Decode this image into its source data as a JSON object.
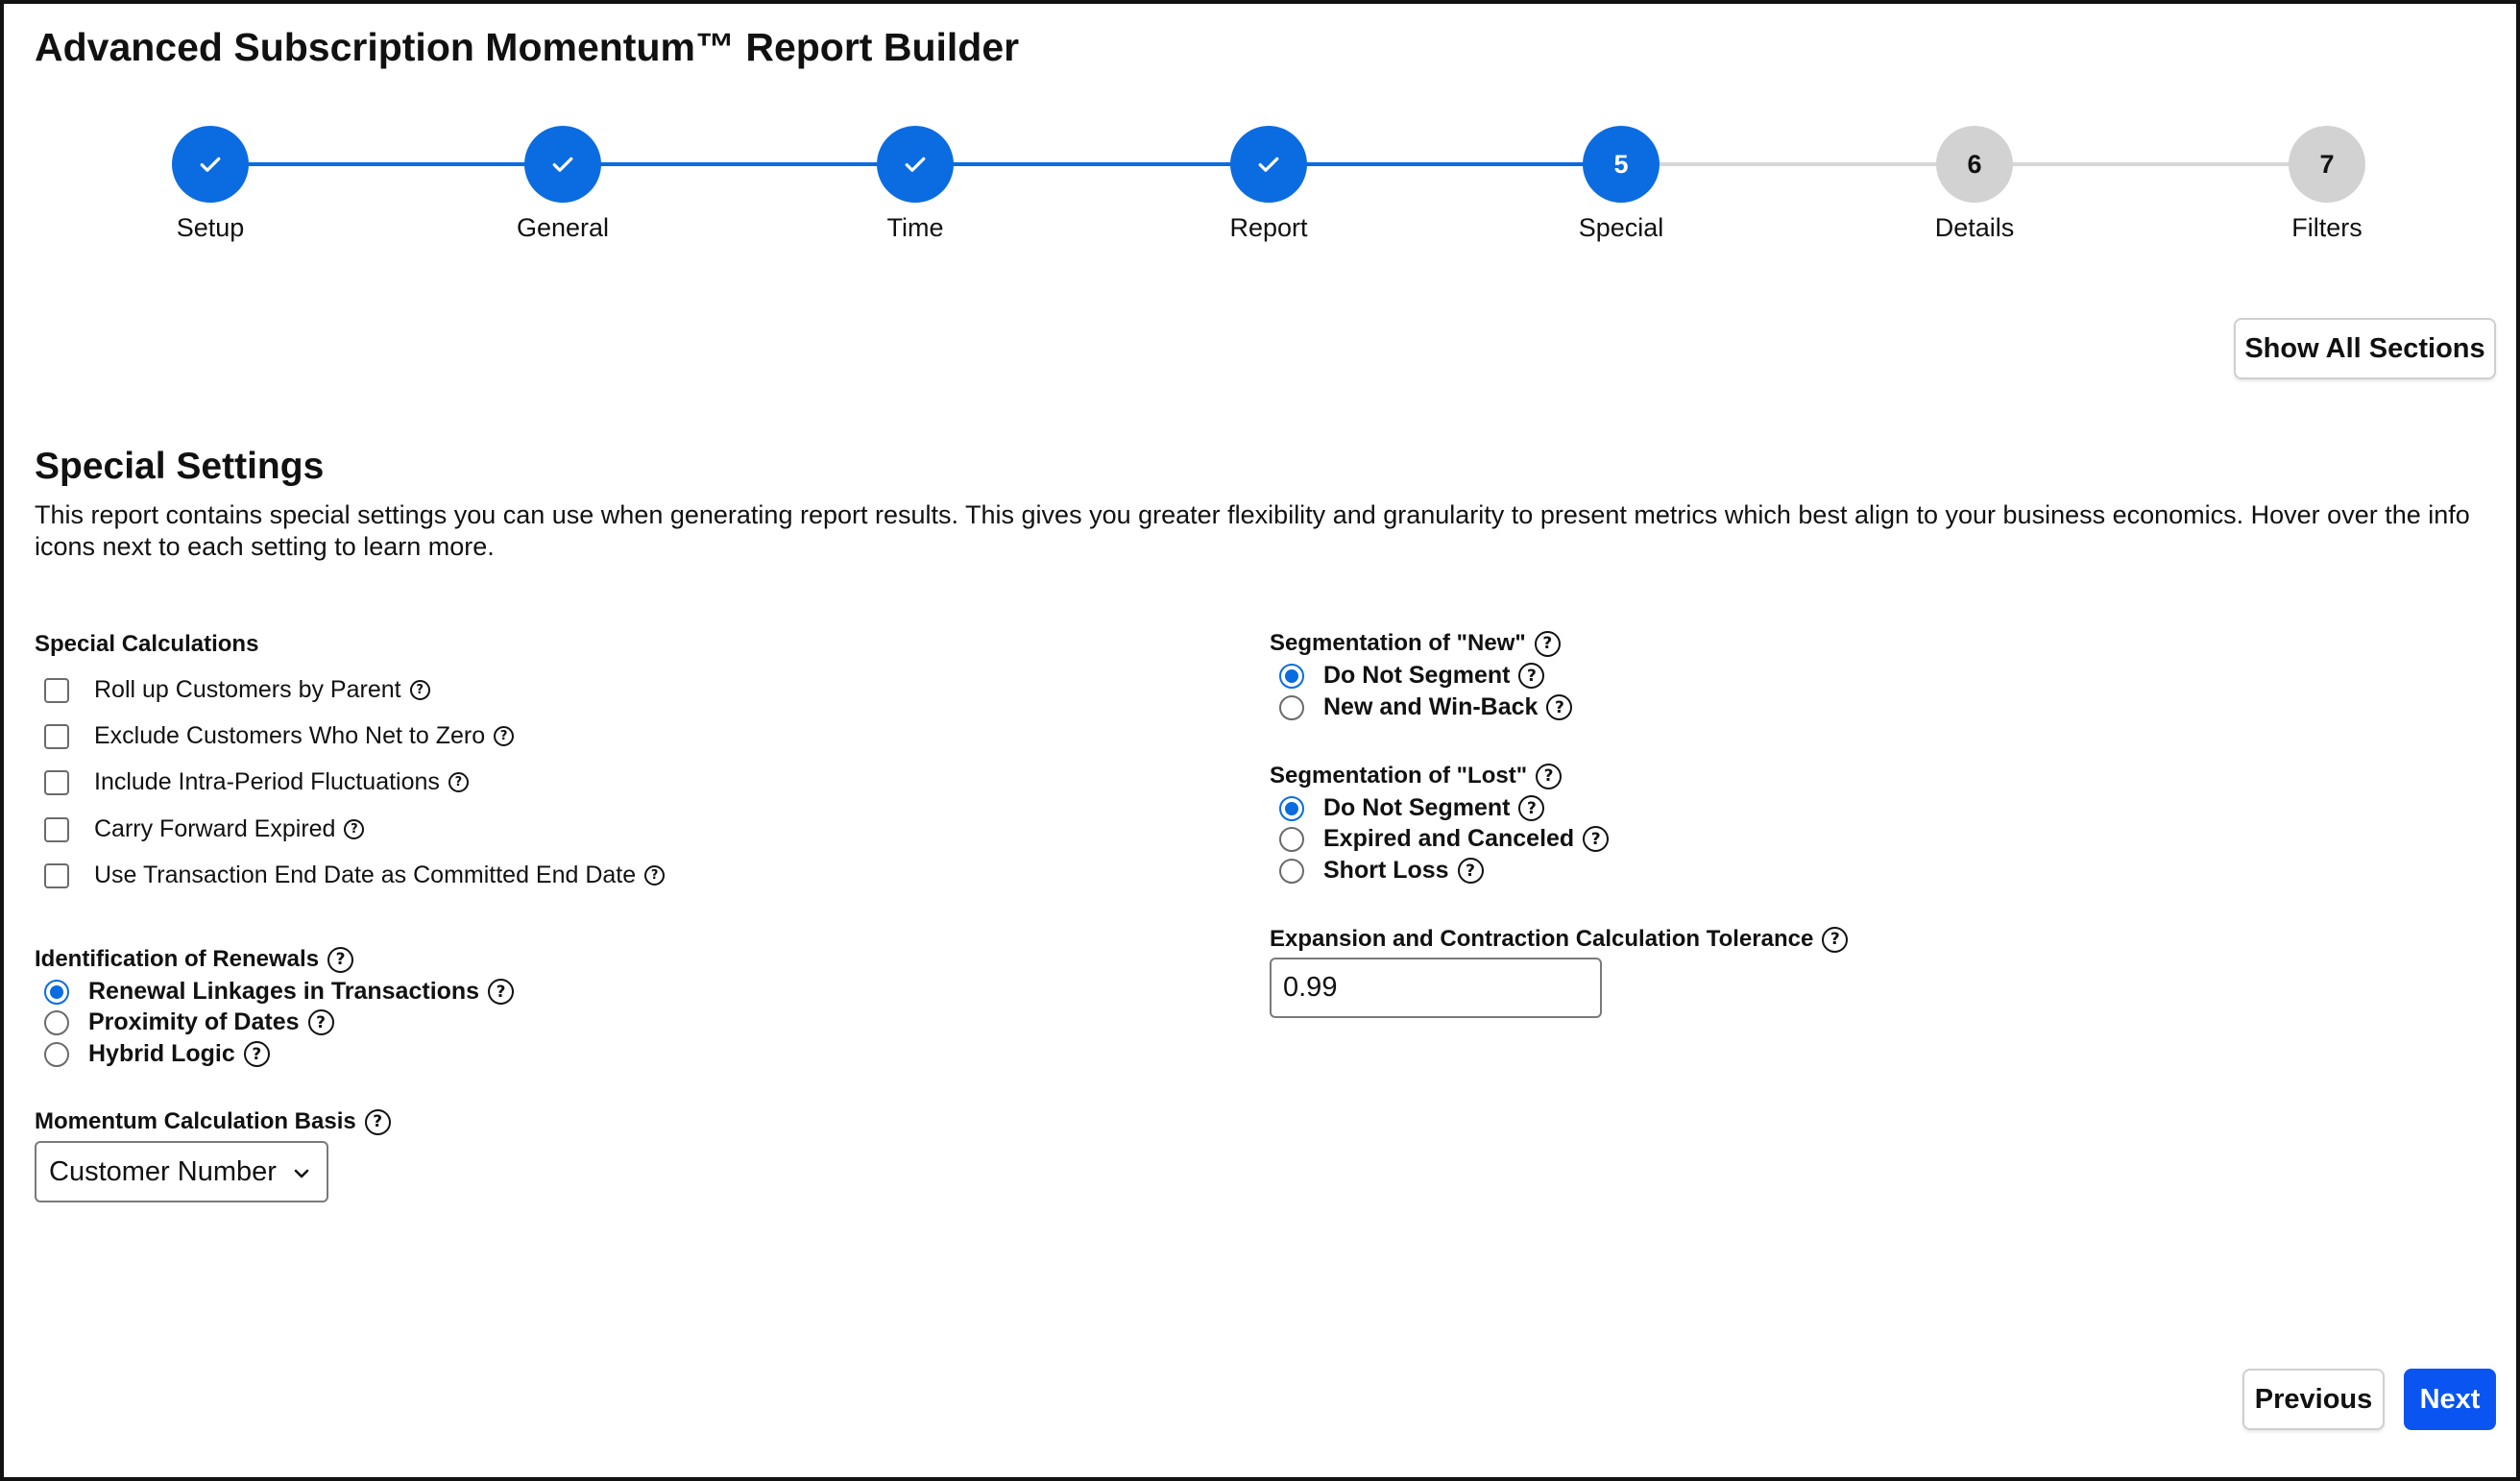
{
  "title": "Advanced Subscription Momentum™ Report Builder",
  "colors": {
    "accent": "#0a6ce0",
    "primary_button": "#0a55f2",
    "inactive_step": "#d2d2d2"
  },
  "stepper": {
    "current_step": 5,
    "steps": [
      {
        "number": "1",
        "label": "Setup",
        "status": "done"
      },
      {
        "number": "2",
        "label": "General",
        "status": "done"
      },
      {
        "number": "3",
        "label": "Time",
        "status": "done"
      },
      {
        "number": "4",
        "label": "Report",
        "status": "done"
      },
      {
        "number": "5",
        "label": "Special",
        "status": "active"
      },
      {
        "number": "6",
        "label": "Details",
        "status": "future"
      },
      {
        "number": "7",
        "label": "Filters",
        "status": "future"
      }
    ]
  },
  "show_all_label": "Show All Sections",
  "section": {
    "title": "Special Settings",
    "description": "This report contains special settings you can use when generating report results. This gives you greater flexibility and granularity to present metrics which best align to your business economics. Hover over the info icons next to each setting to learn more."
  },
  "special_calculations": {
    "label": "Special Calculations",
    "items": [
      {
        "label": "Roll up Customers by Parent",
        "checked": false
      },
      {
        "label": "Exclude Customers Who Net to Zero",
        "checked": false
      },
      {
        "label": "Include Intra-Period Fluctuations",
        "checked": false
      },
      {
        "label": "Carry Forward Expired",
        "checked": false
      },
      {
        "label": "Use Transaction End Date as Committed End Date",
        "checked": false
      }
    ]
  },
  "renewals": {
    "label": "Identification of Renewals",
    "options": [
      {
        "label": "Renewal Linkages in Transactions",
        "selected": true
      },
      {
        "label": "Proximity of Dates",
        "selected": false
      },
      {
        "label": "Hybrid Logic",
        "selected": false
      }
    ]
  },
  "basis": {
    "label": "Momentum Calculation Basis",
    "value": "Customer Number"
  },
  "seg_new": {
    "label": "Segmentation of \"New\"",
    "options": [
      {
        "label": "Do Not Segment",
        "selected": true
      },
      {
        "label": "New and Win-Back",
        "selected": false
      }
    ]
  },
  "seg_lost": {
    "label": "Segmentation of \"Lost\"",
    "options": [
      {
        "label": "Do Not Segment",
        "selected": true
      },
      {
        "label": "Expired and Canceled",
        "selected": false
      },
      {
        "label": "Short Loss",
        "selected": false
      }
    ]
  },
  "tolerance": {
    "label": "Expansion and Contraction Calculation Tolerance",
    "value": "0.99"
  },
  "nav": {
    "previous_label": "Previous",
    "next_label": "Next"
  },
  "icons": {
    "help": "question-circle-icon",
    "check": "check-icon",
    "dropdown": "chevron-down-icon"
  }
}
